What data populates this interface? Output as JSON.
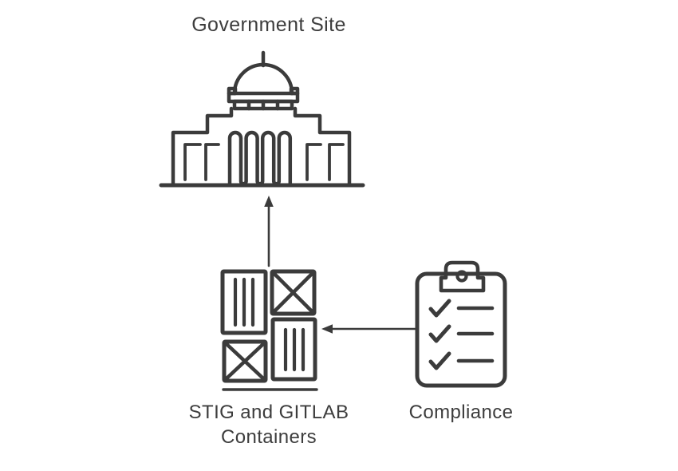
{
  "canvas": {
    "background": "#ffffff",
    "stroke_color": "#3b3b3b",
    "text_color": "#3d3d3d"
  },
  "nodes": {
    "government_site": {
      "label": "Government Site",
      "icon": "government-building-icon"
    },
    "containers": {
      "label_line1": "STIG and GITLAB",
      "label_line2": "Containers",
      "icon": "shipping-crates-icon"
    },
    "compliance": {
      "label": "Compliance",
      "icon": "clipboard-checklist-icon"
    }
  },
  "edges": [
    {
      "id": "containers-to-government",
      "from": "STIG and GITLAB Containers",
      "to": "Government Site",
      "arrow": "up"
    },
    {
      "id": "compliance-to-containers",
      "from": "Compliance",
      "to": "STIG and GITLAB Containers",
      "arrow": "left"
    }
  ]
}
